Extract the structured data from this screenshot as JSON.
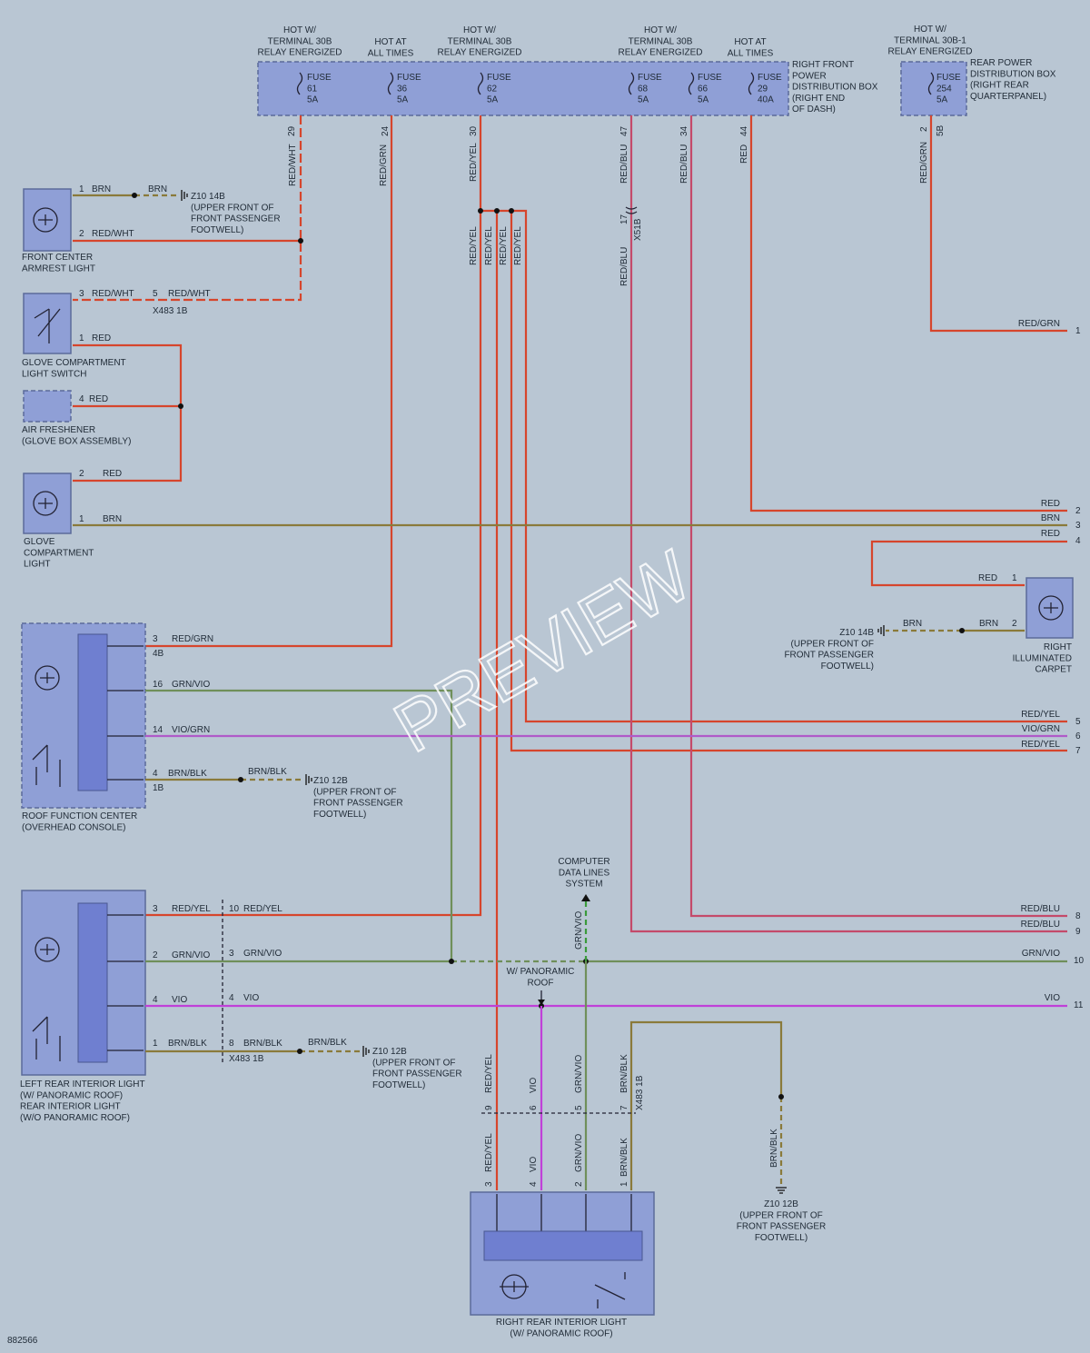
{
  "diagram_id": "882566",
  "watermark": "PREVIEW",
  "power_sources": {
    "hot_30b_1": "HOT W/\nTERMINAL 30B\nRELAY ENERGIZED",
    "hot_all_1": "HOT AT\nALL TIMES",
    "hot_30b_2": "HOT W/\nTERMINAL 30B\nRELAY ENERGIZED",
    "hot_30b_3": "HOT W/\nTERMINAL 30B\nRELAY ENERGIZED",
    "hot_all_2": "HOT AT\nALL TIMES",
    "hot_30b1": "HOT W/\nTERMINAL 30B-1\nRELAY ENERGIZED"
  },
  "fuses": [
    {
      "label": "FUSE\n61\n5A",
      "pin": "29",
      "wire": "RED/WHT"
    },
    {
      "label": "FUSE\n36\n5A",
      "pin": "24",
      "wire": "RED/GRN"
    },
    {
      "label": "FUSE\n62\n5A",
      "pin": "30",
      "wire": "RED/YEL"
    },
    {
      "label": "FUSE\n68\n5A",
      "pin": "47",
      "wire": "RED/BLU"
    },
    {
      "label": "FUSE\n66\n5A",
      "pin": "34",
      "wire": "RED/BLU"
    },
    {
      "label": "FUSE\n29\n40A",
      "pin": "44",
      "wire": "RED"
    },
    {
      "label": "FUSE\n254\n5A",
      "pin": "2",
      "wire": "RED/GRN"
    }
  ],
  "boxes": {
    "right_front": "RIGHT FRONT\nPOWER\nDISTRIBUTION BOX\n(RIGHT END\nOF DASH)",
    "rear": "REAR POWER\nDISTRIBUTION BOX\n(RIGHT REAR\nQUARTERPANEL)",
    "rear_conn": "5B"
  },
  "components": {
    "front_center_armrest": "FRONT CENTER\nARMREST LIGHT",
    "glove_switch": "GLOVE COMPARTMENT\nLIGHT SWITCH",
    "air_freshener": "AIR FRESHENER\n(GLOVE BOX ASSEMBLY)",
    "glove_light": "GLOVE\nCOMPARTMENT\nLIGHT",
    "roof_function": "ROOF FUNCTION CENTER\n(OVERHEAD CONSOLE)",
    "left_rear": "LEFT REAR INTERIOR LIGHT\n(W/ PANORAMIC ROOF)\nREAR INTERIOR LIGHT\n(W/O PANORAMIC ROOF)",
    "right_rear": "RIGHT REAR INTERIOR LIGHT\n(W/ PANORAMIC ROOF)",
    "right_carpet": "RIGHT\nILLUMINATED\nCARPET",
    "computer": "COMPUTER\nDATA LINES\nSYSTEM",
    "panoramic": "W/ PANORAMIC\nROOF"
  },
  "grounds": {
    "z10_14b_a": "Z10 14B\n(UPPER FRONT OF\nFRONT PASSENGER\nFOOTWELL)",
    "z10_14b_b": "Z10 14B\n(UPPER FRONT OF\nFRONT PASSENGER\nFOOTWELL)",
    "z10_12b_a": "Z10 12B\n(UPPER FRONT OF\nFRONT PASSENGER\nFOOTWELL)",
    "z10_12b_b": "Z10 12B\n(UPPER FRONT OF\nFRONT PASSENGER\nFOOTWELL)",
    "z10_12b_c": "Z10 12B\n(UPPER FRONT OF\nFRONT PASSENGER\nFOOTWELL)"
  },
  "connectors": {
    "x483_a": "X483 1B",
    "x51": "X51B",
    "x483_b": "X483 1B",
    "x483_c": "X483 1B",
    "rf_4b": "4B",
    "rf_1b": "1B"
  },
  "wire_labels": {
    "armrest_1": "BRN",
    "armrest_1b": "BRN",
    "armrest_2": "RED/WHT",
    "glove_sw_3": "RED/WHT",
    "glove_sw_5": "RED/WHT",
    "glove_sw_1": "RED",
    "air_4": "RED",
    "glove_2": "RED",
    "glove_1": "BRN",
    "rf_3": "RED/GRN",
    "rf_16": "GRN/VIO",
    "rf_14": "VIO/GRN",
    "rf_4": "BRN/BLK",
    "rf_4b": "BRN/BLK",
    "lr_3": "RED/YEL",
    "lr_10": "RED/YEL",
    "lr_2": "GRN/VIO",
    "lr_3b": "GRN/VIO",
    "lr_4": "VIO",
    "lr_4b": "VIO",
    "lr_1": "BRN/BLK",
    "lr_8": "BRN/BLK",
    "lr_8b": "BRN/BLK",
    "v29": "RED/WHT",
    "v24": "RED/GRN",
    "v30": "RED/YEL",
    "v47": "RED/BLU",
    "v17": "RED/BLU",
    "v34": "RED/BLU",
    "v44": "RED",
    "v2": "RED/GRN",
    "s1": "RED/YEL",
    "s2": "RED/YEL",
    "s3": "RED/YEL",
    "s4": "RED/YEL",
    "r_redyel": "RED/YEL",
    "r_vio": "VIO",
    "r_grnvio": "GRN/VIO",
    "r_brnblk": "BRN/BLK",
    "r_grnvio_up": "GRN/VIO",
    "rr_redyel": "RED/YEL",
    "rr_vio": "VIO",
    "rr_grnvio": "GRN/VIO",
    "rr_brnblk": "BRN/BLK",
    "gnd_brnblk": "BRN/BLK",
    "carpet_1": "RED",
    "carpet_2": "BRN",
    "carpet_2b": "BRN"
  },
  "pins": {
    "armrest_1": "1",
    "armrest_2": "2",
    "glove_sw_3": "3",
    "glove_sw_5": "5",
    "glove_sw_1": "1",
    "air_4": "4",
    "glove_2": "2",
    "glove_1": "1",
    "rf_3": "3",
    "rf_16": "16",
    "rf_14": "14",
    "rf_4": "4",
    "lr_3": "3",
    "lr_10": "10",
    "lr_2": "2",
    "lr_3b": "3",
    "lr_4": "4",
    "lr_4b": "4",
    "lr_1": "1",
    "lr_8": "8",
    "v17": "17",
    "r9": "9",
    "r6": "6",
    "r5": "5",
    "r7": "7",
    "rr3": "3",
    "rr4": "4",
    "rr2": "2",
    "rr1": "1",
    "carpet_1": "1",
    "carpet_2": "2"
  },
  "right_edge": [
    {
      "label": "RED/GRN",
      "num": "1"
    },
    {
      "label": "RED",
      "num": "2"
    },
    {
      "label": "BRN",
      "num": "3"
    },
    {
      "label": "RED",
      "num": "4"
    },
    {
      "label": "RED/YEL",
      "num": "5"
    },
    {
      "label": "VIO/GRN",
      "num": "6"
    },
    {
      "label": "RED/YEL",
      "num": "7"
    },
    {
      "label": "RED/BLU",
      "num": "8"
    },
    {
      "label": "RED/BLU",
      "num": "9"
    },
    {
      "label": "GRN/VIO",
      "num": "10"
    },
    {
      "label": "VIO",
      "num": "11"
    }
  ],
  "colors": {
    "red": "#d6452c",
    "brown": "#8a7a3a",
    "green_vio": "#6f8f5a",
    "violet": "#c040d8",
    "vio_grn": "#b05ac8",
    "red_blu": "#c44a6a",
    "bg": "#b9c6d3"
  }
}
